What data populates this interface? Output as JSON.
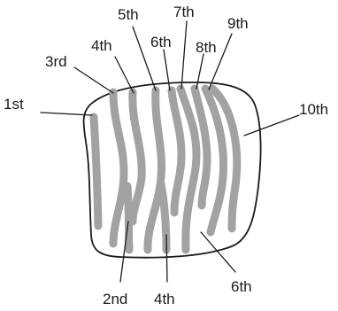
{
  "labels": {
    "first": "1st",
    "second": "2nd",
    "third": "3rd",
    "fourth_top": "4th",
    "fourth_bottom": "4th",
    "fifth": "5th",
    "sixth_top": "6th",
    "sixth_bottom": "6th",
    "seventh": "7th",
    "eighth": "8th",
    "ninth": "9th",
    "tenth": "10th"
  },
  "colors": {
    "outline": "#1a1a1a",
    "stripe": "#a2a2a2",
    "background": "#ffffff"
  }
}
